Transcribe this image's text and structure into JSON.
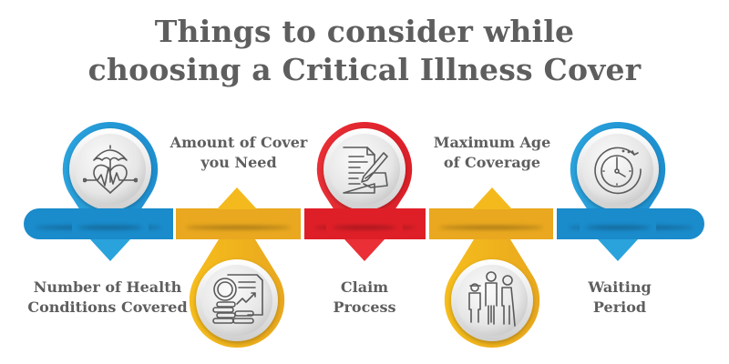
{
  "title": {
    "line1": "Things to consider while",
    "line2": "choosing a Critical Illness Cover"
  },
  "colors": {
    "blue": "#1e8fcf",
    "yellow": "#ebaa22",
    "red": "#e2232c",
    "text": "#5e5e5e",
    "icon": "#5a5a5a"
  },
  "steps": [
    {
      "label_line1": "Number of Health",
      "label_line2": "Conditions Covered",
      "icon": "umbrella-heart-icon",
      "color": "blue",
      "pin_position": "top"
    },
    {
      "label_line1": "Amount of Cover",
      "label_line2": "you Need",
      "icon": "coins-chart-icon",
      "color": "yellow",
      "pin_position": "bottom"
    },
    {
      "label_line1": "Claim",
      "label_line2": "Process",
      "icon": "document-signing-icon",
      "color": "red",
      "pin_position": "top"
    },
    {
      "label_line1": "Maximum Age",
      "label_line2": "of Coverage",
      "icon": "age-group-icon",
      "color": "yellow",
      "pin_position": "bottom"
    },
    {
      "label_line1": "Waiting",
      "label_line2": "Period",
      "icon": "clock-timer-icon",
      "color": "blue",
      "pin_position": "top"
    }
  ]
}
